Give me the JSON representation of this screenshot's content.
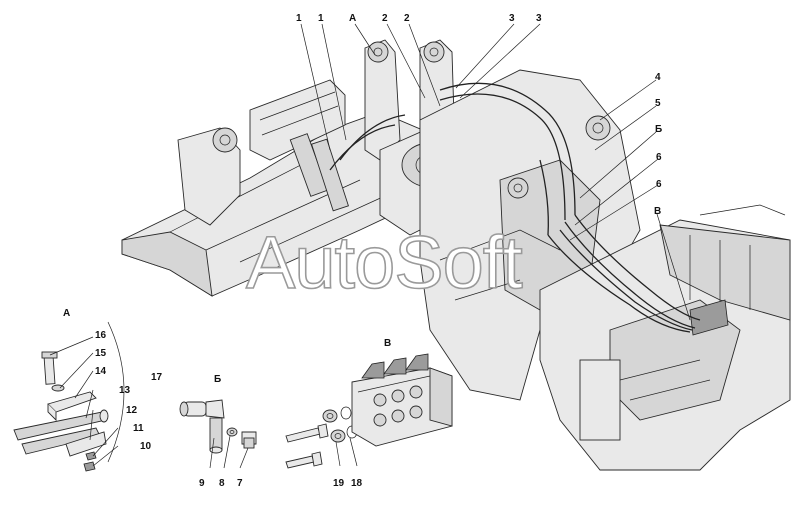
{
  "callouts_top": {
    "c1a": "1",
    "c1b": "1",
    "cA": "А",
    "c2a": "2",
    "c2b": "2",
    "c3a": "3",
    "c3b": "3",
    "c4": "4",
    "c5": "5",
    "cB1": "Б",
    "c6a": "6",
    "c6b": "6",
    "cV": "В"
  },
  "detail_a": {
    "title": "А",
    "labels": [
      "16",
      "15",
      "14",
      "13",
      "12",
      "11",
      "10"
    ],
    "group_label": "17"
  },
  "detail_b": {
    "title": "Б",
    "labels": [
      "9",
      "8",
      "7"
    ]
  },
  "detail_v": {
    "title": "В",
    "labels": [
      "19",
      "18"
    ]
  },
  "watermark": "AutoSoft"
}
